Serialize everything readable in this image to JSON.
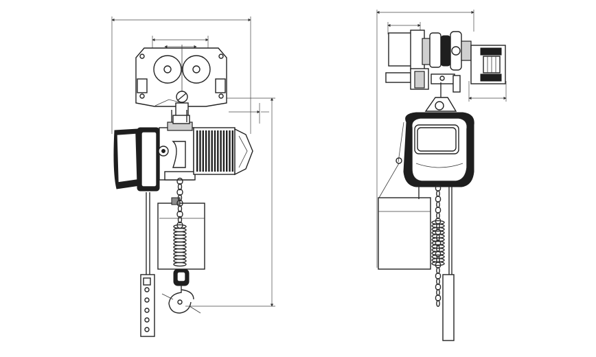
{
  "drawing": {
    "views": [
      {
        "name": "front-view",
        "parts": [
          "trolley",
          "hoist-body",
          "motor",
          "chain-bag",
          "hook",
          "pendant"
        ]
      },
      {
        "name": "side-view",
        "parts": [
          "trolley",
          "hoist-body",
          "chain-bag",
          "chain",
          "pendant"
        ]
      }
    ],
    "line_color": "#222222",
    "background": "#ffffff"
  }
}
